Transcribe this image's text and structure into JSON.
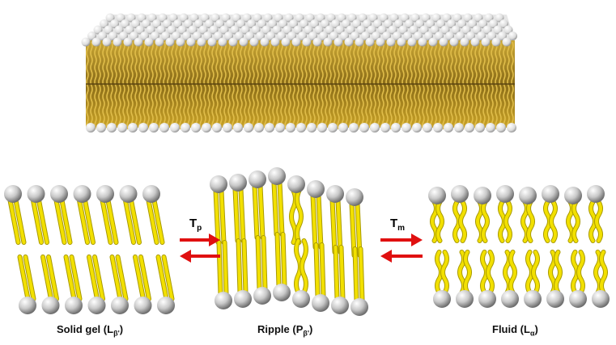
{
  "phases": [
    {
      "name": "Solid gel",
      "symbol": "L",
      "sub": "β'"
    },
    {
      "name": "Ripple",
      "symbol": "P",
      "sub": "β'"
    },
    {
      "name": "Fluid",
      "symbol": "L",
      "sub": "α"
    }
  ],
  "transitions": [
    {
      "symbol": "T",
      "sub": "p"
    },
    {
      "symbol": "T",
      "sub": "m"
    }
  ],
  "colors": {
    "tail": "#f2e000",
    "tail_edge": "#a99a00",
    "membrane_tail": "#c9a227",
    "head_light": "#f4f4f4",
    "head_dark": "#7a7a7a",
    "arrow": "#e01010"
  }
}
